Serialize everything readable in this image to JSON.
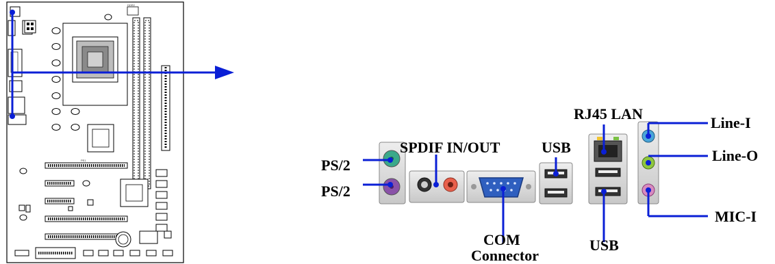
{
  "labels": {
    "rj45": "RJ45 LAN",
    "line_in": "Line-I",
    "line_out": "Line-O",
    "spdif": "SPDIF IN/OUT",
    "usb_top": "USB",
    "ps2_top": "PS/2",
    "ps2_bottom": "PS/2",
    "com_line1": "COM",
    "com_line2": "Connector",
    "usb_bottom": "USB",
    "mic_in": "MIC-I"
  },
  "colors": {
    "pointer": "#0a1fd6",
    "ps2_keyboard": "#3aa98a",
    "ps2_mouse": "#8a52a8",
    "audio_line_in": "#49a5d9",
    "audio_line_out": "#8fc640",
    "audio_mic": "#d88ac0",
    "spdif_out": "#e8604c",
    "io_panel": "#d9d9d9",
    "com_port": "#2f5fbf"
  },
  "icons": {
    "board": "motherboard-layout",
    "arrow": "arrow-right-icon"
  }
}
